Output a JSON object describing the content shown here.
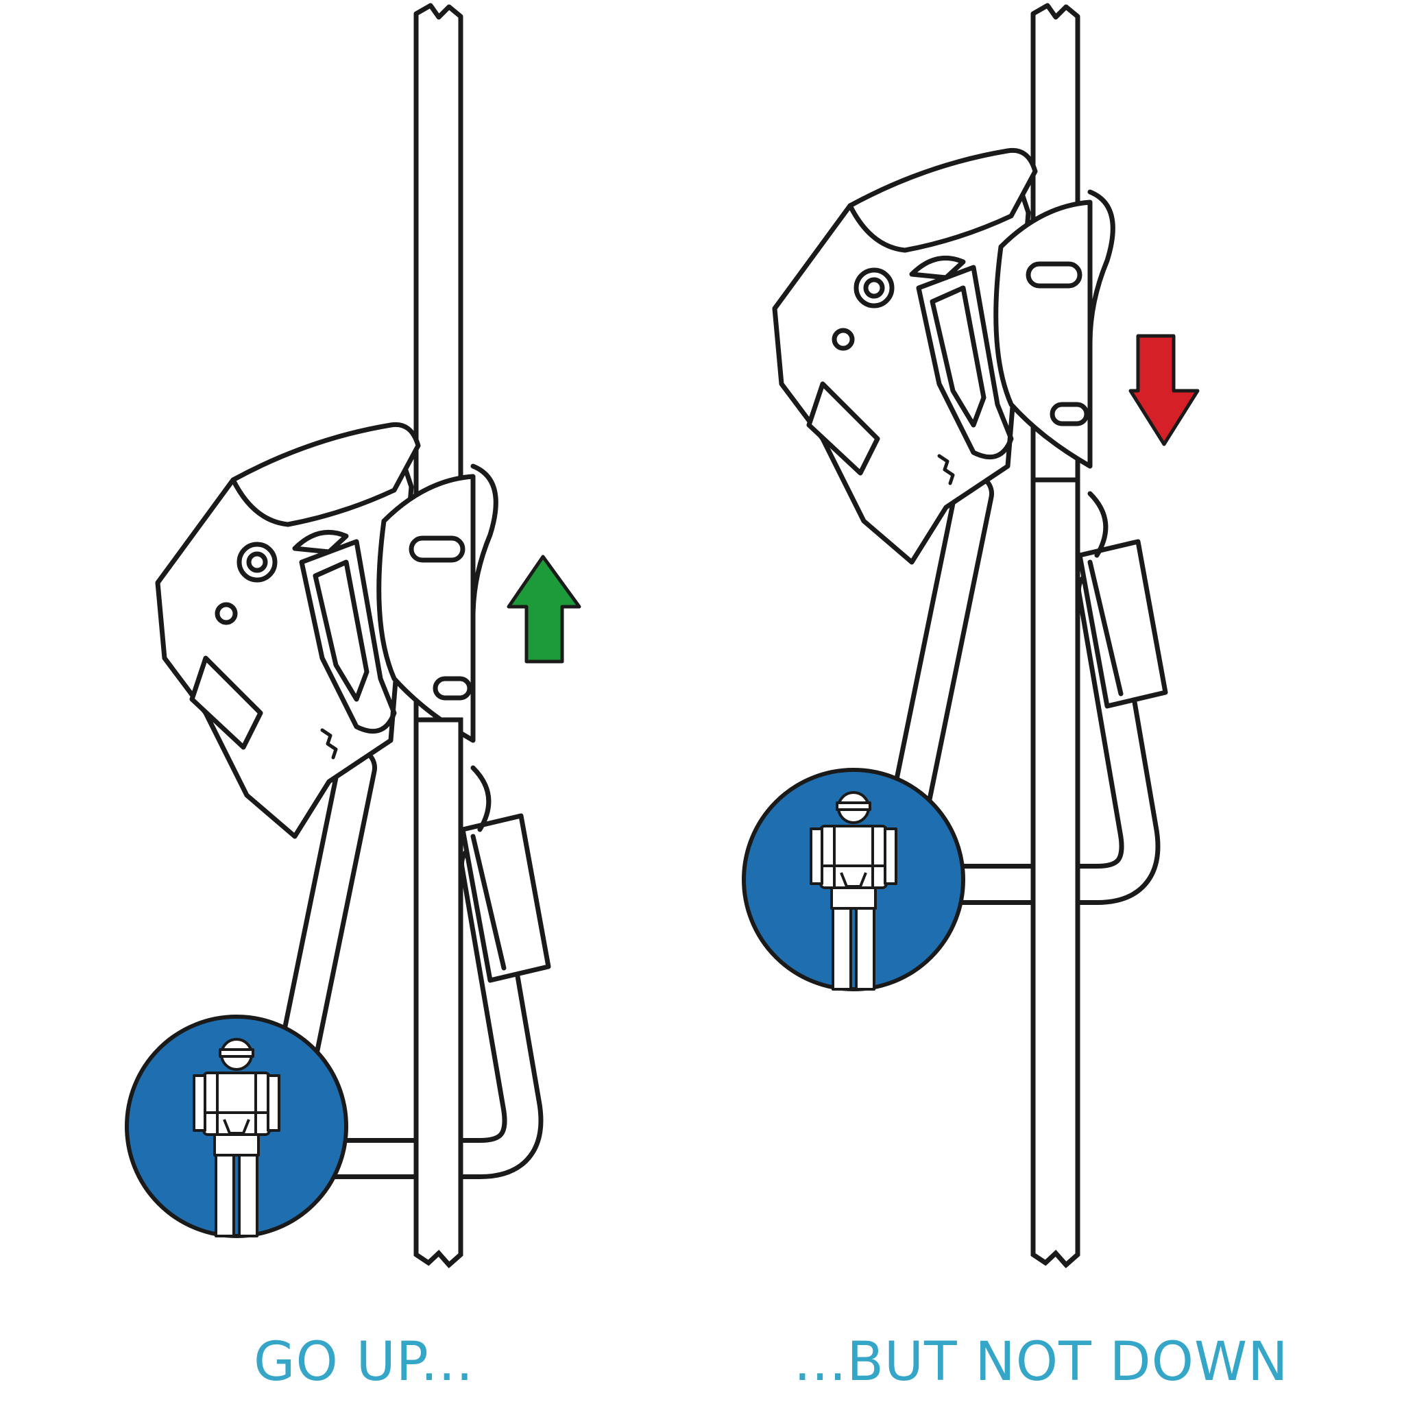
{
  "colors": {
    "line": "#1a1a1a",
    "badge_blue": "#1f6fb0",
    "up_arrow": "#1d9a3a",
    "down_arrow": "#d62027",
    "caption": "#35a6c8"
  },
  "panels": [
    {
      "caption": "GO UP...",
      "direction": "up",
      "icon": "green-up-arrow-icon"
    },
    {
      "caption": "...BUT NOT DOWN",
      "direction": "down",
      "icon": "red-down-arrow-icon"
    }
  ],
  "badge_icon": "worker-in-harness-icon"
}
